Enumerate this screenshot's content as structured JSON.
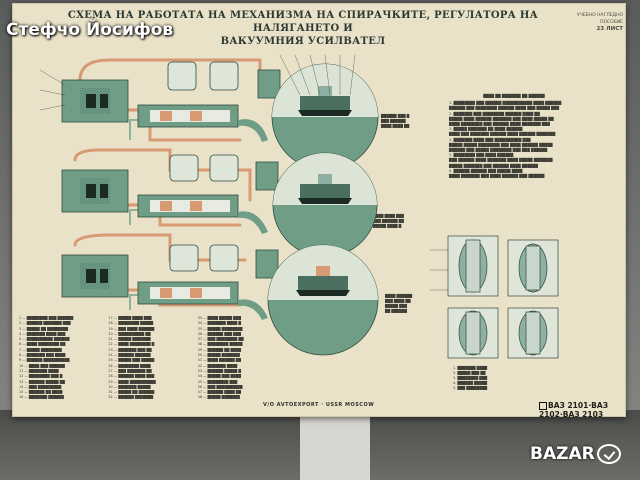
{
  "watermark": "Стефчо Йосифов",
  "poster": {
    "title_line1": "СХЕМА НА РАБОТАТА НА МЕХАНИЗМА НА СПИРАЧКИТЕ, РЕГУЛАТОРА НА НАЛЯГАНЕТО И",
    "title_line2": "ВАКУУМНИЯ УСИЛВАТЕЛ",
    "sheet_note": "УЧЕБНО НАГЛЕДНО ПОСОБИЕ",
    "sheet_number": "23 ЛИСТ",
    "publisher": "V/O AVTOEXPORT · USSR MOSCOW",
    "models": "ВАЗ 2101·ВАЗ 2102·ВАЗ 2103"
  },
  "brand": {
    "name": "BAZAR",
    "colors": {
      "poster": "#eae2c8",
      "diagram_green": "#6f9d86",
      "pipe": "#d89a72"
    }
  }
}
